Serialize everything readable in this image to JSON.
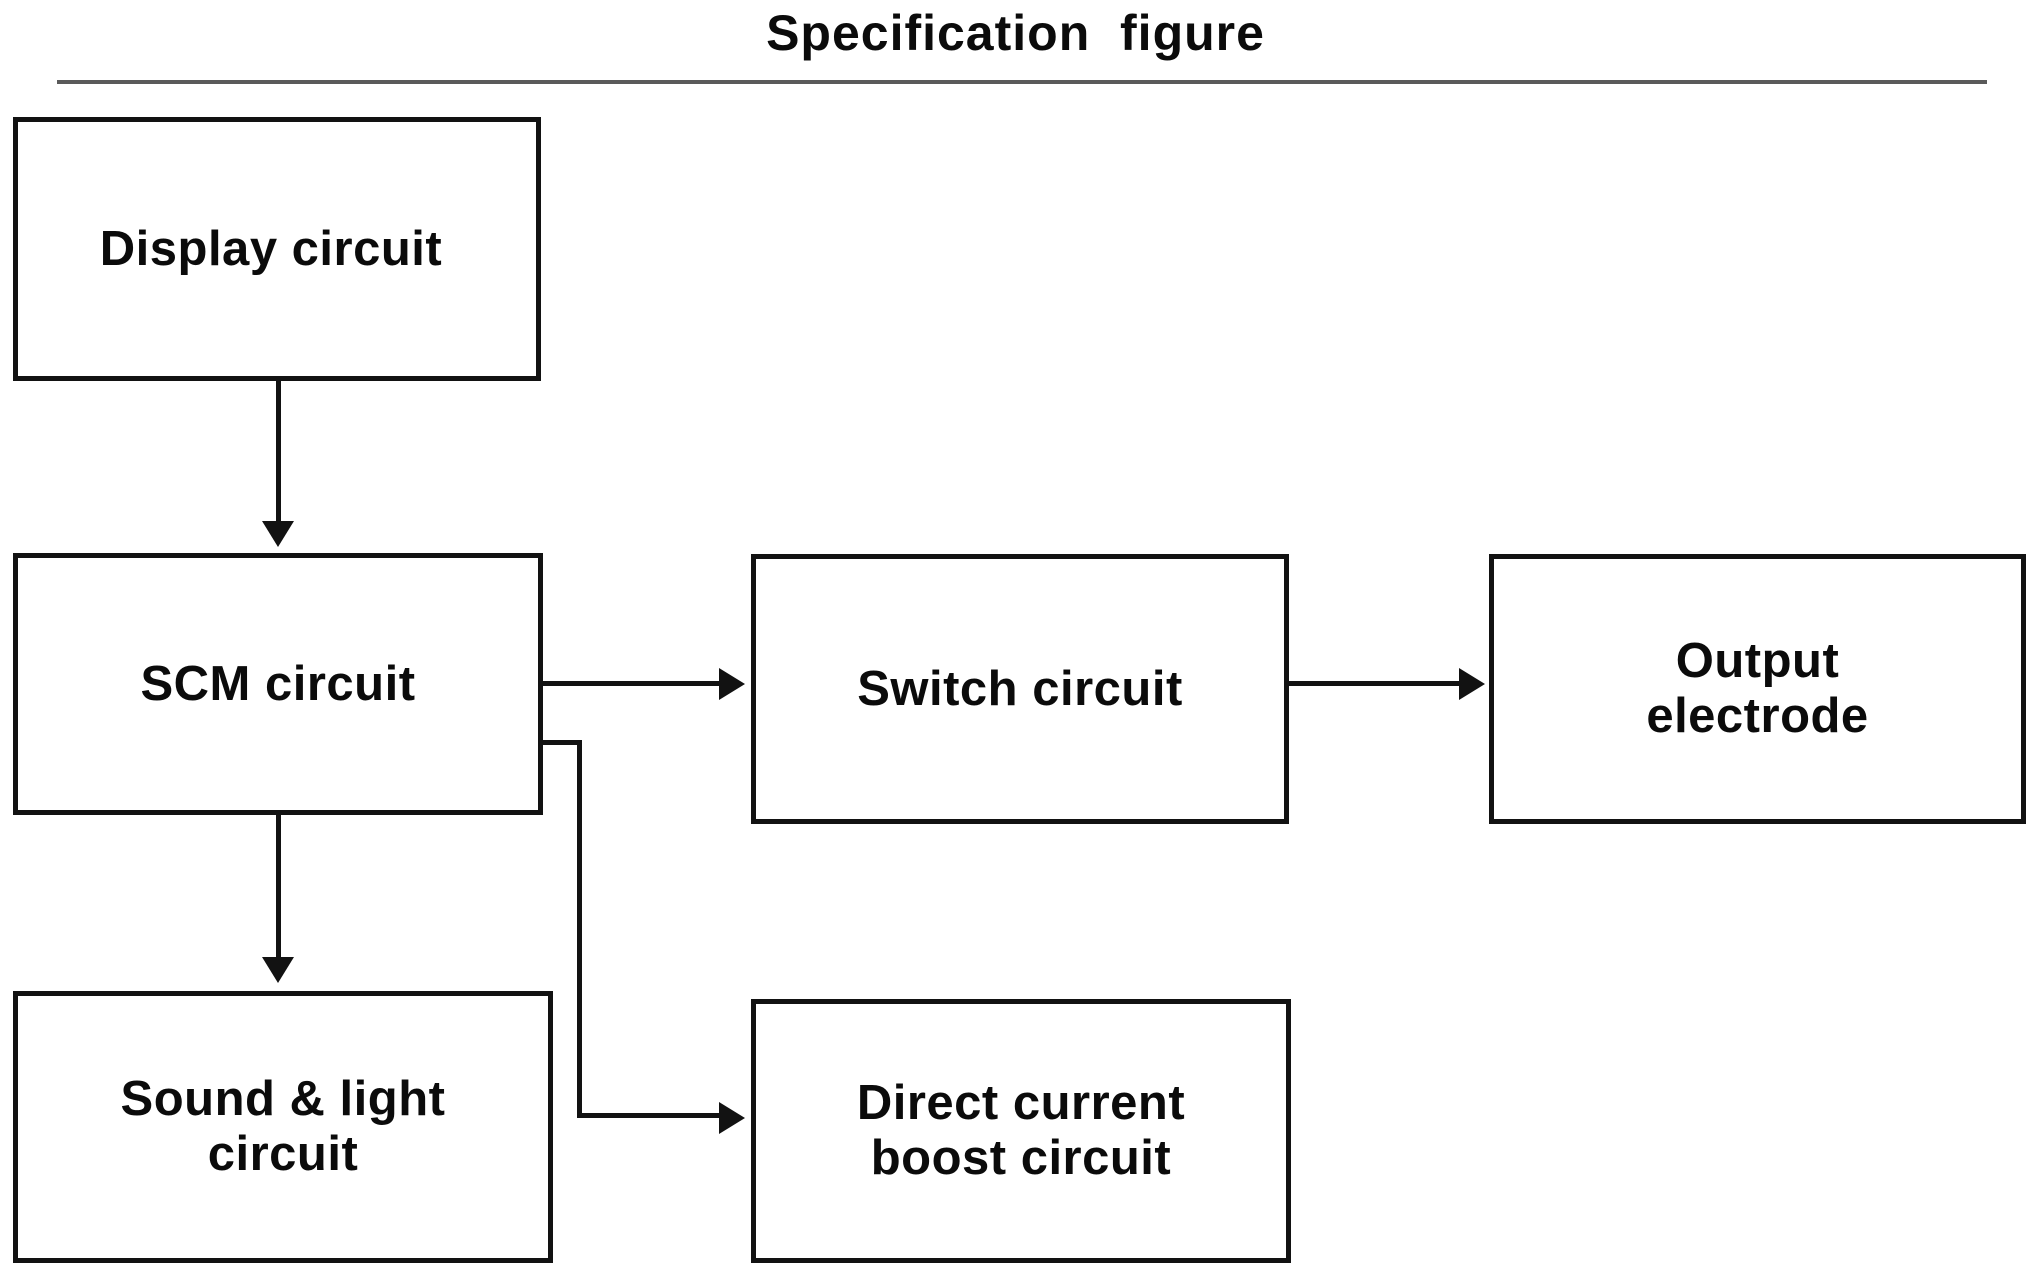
{
  "figure": {
    "title": "Specification  figure",
    "divider_color": "#5a5a5a",
    "line_color": "#121212",
    "background": "#ffffff"
  },
  "nodes": [
    {
      "id": "display",
      "label": "Display circuit"
    },
    {
      "id": "scm",
      "label": "SCM circuit"
    },
    {
      "id": "sound",
      "label": "Sound & light\ncircuit"
    },
    {
      "id": "switch",
      "label": "Switch circuit"
    },
    {
      "id": "dcboost",
      "label": "Direct current\nboost circuit"
    },
    {
      "id": "output",
      "label": "Output\nelectrode"
    }
  ],
  "edges": [
    {
      "id": "display-scm",
      "from": "Display circuit",
      "to": "SCM circuit",
      "direction": "down"
    },
    {
      "id": "scm-sound",
      "from": "SCM circuit",
      "to": "Sound & light circuit",
      "direction": "down"
    },
    {
      "id": "scm-switch",
      "from": "SCM circuit",
      "to": "Switch circuit",
      "direction": "right"
    },
    {
      "id": "switch-output",
      "from": "Switch circuit",
      "to": "Output electrode",
      "direction": "right"
    },
    {
      "id": "scm-dcboost",
      "from": "SCM circuit",
      "to": "Direct current boost circuit",
      "direction": "elbow-right"
    }
  ]
}
